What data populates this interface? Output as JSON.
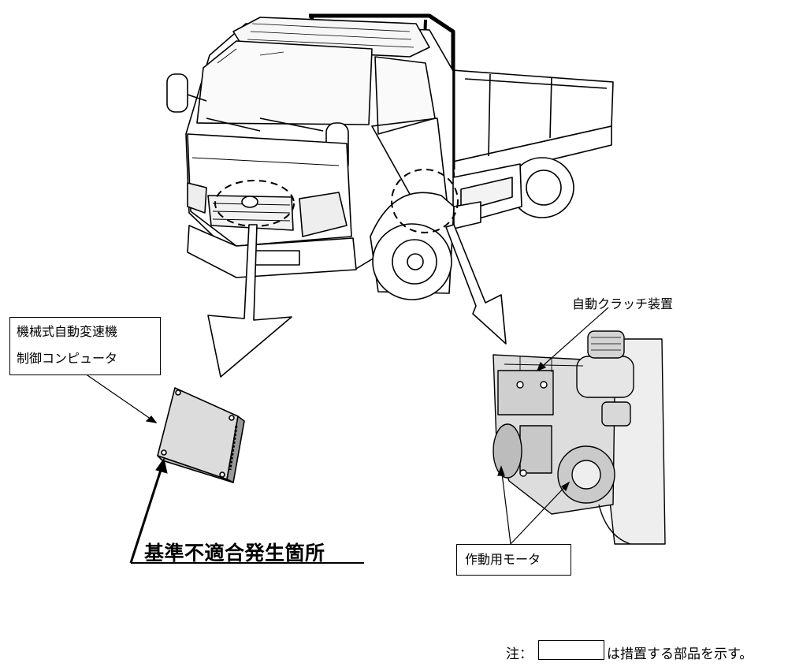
{
  "labels": {
    "ecu_line1": "機械式自動変速機",
    "ecu_line2": "制御コンピュータ",
    "clutch": "自動クラッチ装置",
    "motor": "作動用モータ",
    "defect": "基準不適合発生箇所"
  },
  "note": {
    "prefix": "注：",
    "suffix": "は措置する部品を示す。"
  },
  "colors": {
    "line": "#000000",
    "background": "#ffffff",
    "part_shade": "#e0e0e0"
  }
}
